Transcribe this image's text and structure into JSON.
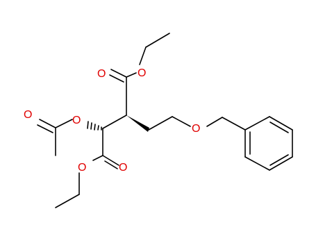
{
  "molecule": {
    "atoms": {
      "o_carbonyl_top": "O",
      "o_ester_top": "O",
      "o_acetyl_carbonyl": "O",
      "o_acetoxy": "O",
      "o_ether": "O",
      "o_ester_bottom": "O",
      "o_carbonyl_bottom": "O"
    },
    "colors": {
      "bond": "#000000",
      "heteroatom": "#e00000",
      "background": "#ffffff"
    }
  }
}
